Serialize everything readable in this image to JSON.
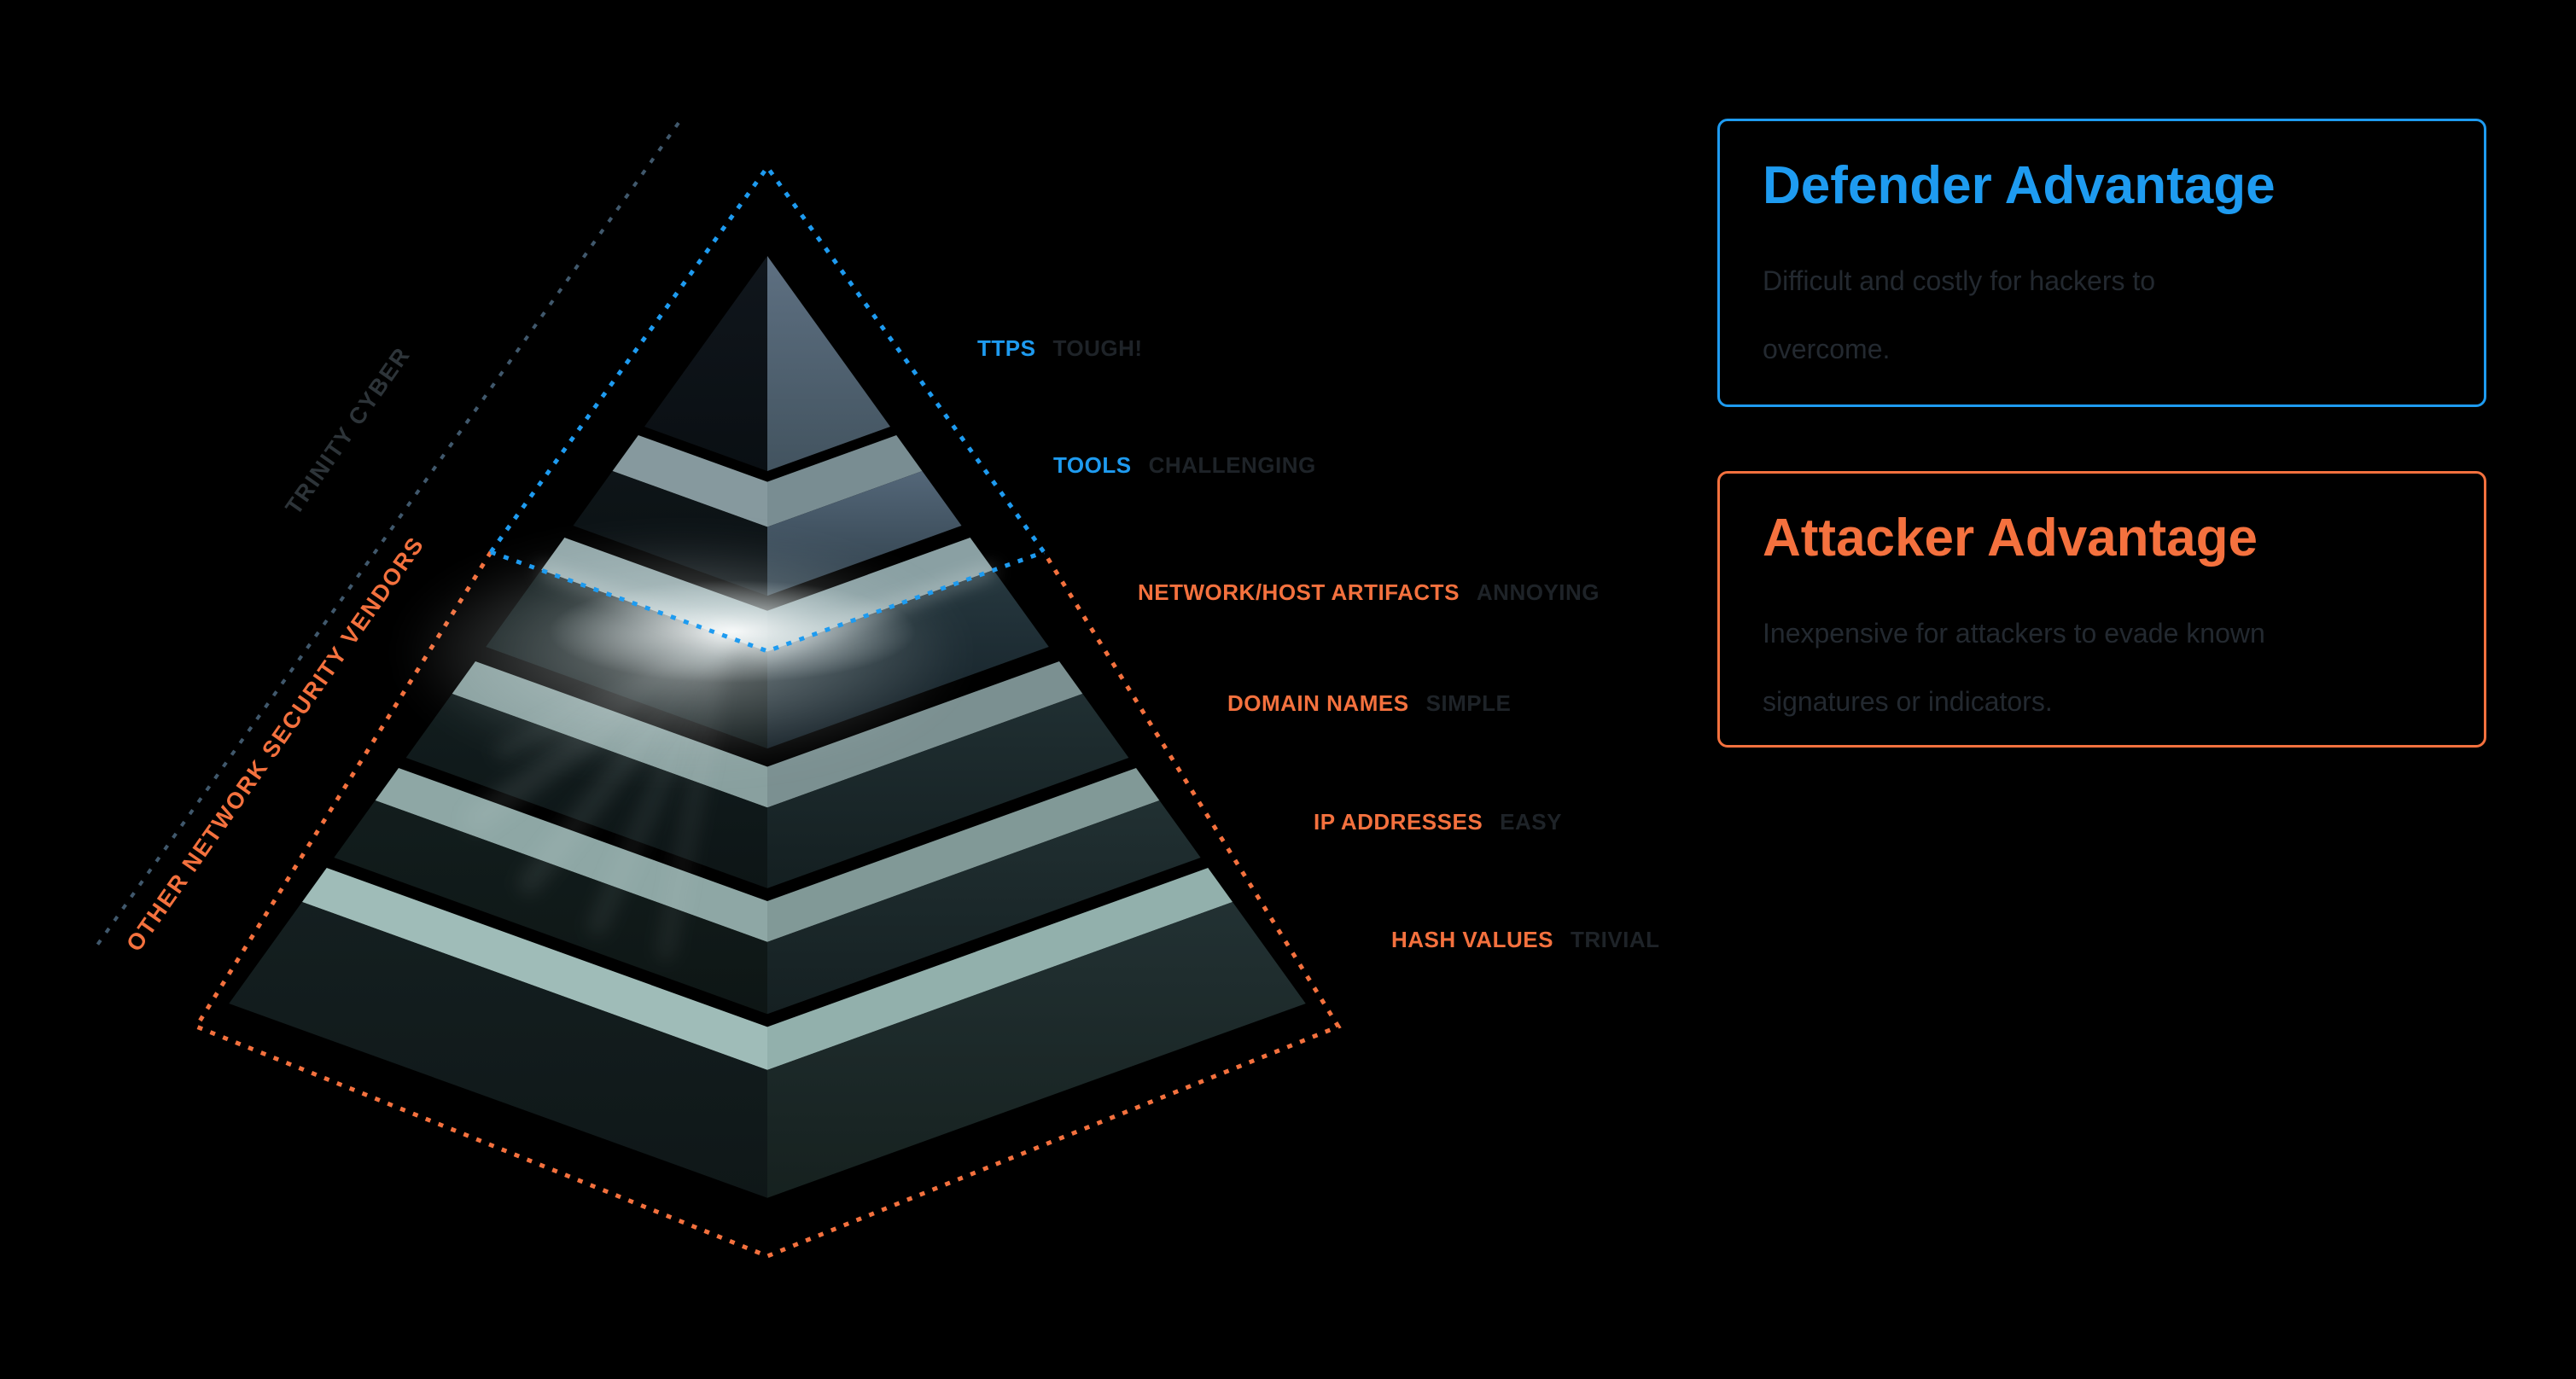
{
  "pyramid": {
    "zones": {
      "defender_zone_label": "TRINITY CYBER",
      "attacker_zone_label": "OTHER NETWORK SECURITY VENDORS"
    },
    "tiers": [
      {
        "id": "ttps",
        "label": "TTPS",
        "difficulty": "TOUGH!",
        "label_color": "#1e9bf0",
        "colors": {
          "left": [
            "#10161c",
            "#0a0f13"
          ],
          "right": [
            "#5e7082",
            "#42535f"
          ]
        }
      },
      {
        "id": "tools",
        "label": "TOOLS",
        "difficulty": "CHALLENGING",
        "label_color": "#1e9bf0",
        "colors": {
          "band_left": "#86999e",
          "band_right": "#798d92",
          "left": [
            "#0e1518",
            "#0a1013"
          ],
          "right": [
            "#546779",
            "#2e3e49"
          ]
        }
      },
      {
        "id": "network-host-artifacts",
        "label": "NETWORK/HOST ARTIFACTS",
        "difficulty": "ANNOYING",
        "label_color": "#f4713e",
        "glow": true,
        "colors": {
          "band_left": "#93a8aa",
          "band_right": "#8aa0a3",
          "left": [
            "#121d1e",
            "#0c1415"
          ],
          "right": [
            "#26383f",
            "#141f26"
          ]
        }
      },
      {
        "id": "domain-names",
        "label": "DOMAIN NAMES",
        "difficulty": "SIMPLE",
        "label_color": "#f4713e",
        "colors": {
          "band_left": "#89a09f",
          "band_right": "#7b9091",
          "left": [
            "#121d1e",
            "#0d1516"
          ],
          "right": [
            "#202f32",
            "#141f21"
          ]
        }
      },
      {
        "id": "ip-addresses",
        "label": "IP ADDRESSES",
        "difficulty": "EASY",
        "label_color": "#f4713e",
        "colors": {
          "band_left": "#8ea7a5",
          "band_right": "#819997",
          "left": [
            "#121d1d",
            "#0e1615"
          ],
          "right": [
            "#213032",
            "#152022"
          ]
        }
      },
      {
        "id": "hash-values",
        "label": "HASH VALUES",
        "difficulty": "TRIVIAL",
        "label_color": "#f4713e",
        "colors": {
          "band_left": "#9fbcb8",
          "band_right": "#92b0ac",
          "left": [
            "#141f20",
            "#0f1718"
          ],
          "right": [
            "#223133",
            "#16211f"
          ]
        }
      }
    ]
  },
  "panels": {
    "defender": {
      "title": "Defender Advantage",
      "body": "Difficult and costly for hackers to overcome.",
      "accent": "#1e9bf0"
    },
    "attacker": {
      "title": "Attacker Advantage",
      "body": "Inexpensive for attackers to evade known signatures or indicators.",
      "accent": "#f4713e"
    }
  },
  "colors": {
    "background": "#000000",
    "blue_accent": "#1e9bf0",
    "orange_accent": "#f4713e",
    "defender_zone_line": "#40586c",
    "defender_zone_text": "#2d3439",
    "difficulty_text": "#1e2328",
    "panel_body_text": "#232930"
  }
}
